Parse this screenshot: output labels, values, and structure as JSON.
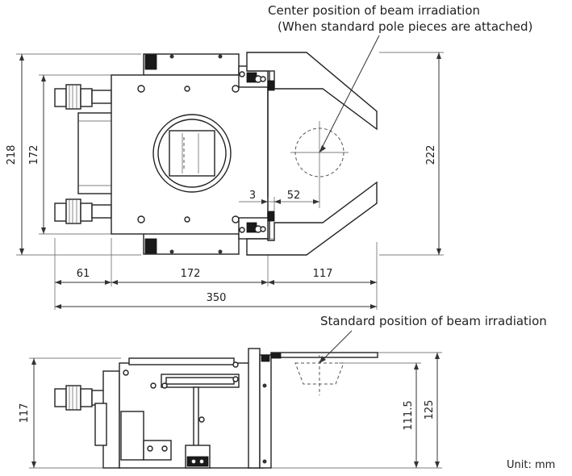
{
  "annotations": {
    "center_line1": "Center position of beam irradiation",
    "center_line2": "(When standard pole pieces are attached)",
    "standard_position": "Standard position of beam irradiation",
    "unit": "Unit: mm"
  },
  "top_view_dimensions": {
    "height_overall": "218",
    "height_inner": "172",
    "height_right": "222",
    "width_left": "61",
    "width_center": "172",
    "width_right": "117",
    "width_total": "350",
    "gap": "3",
    "offset": "52"
  },
  "side_view_dimensions": {
    "height_left": "117",
    "height_beam": "111.5",
    "height_right": "125"
  }
}
